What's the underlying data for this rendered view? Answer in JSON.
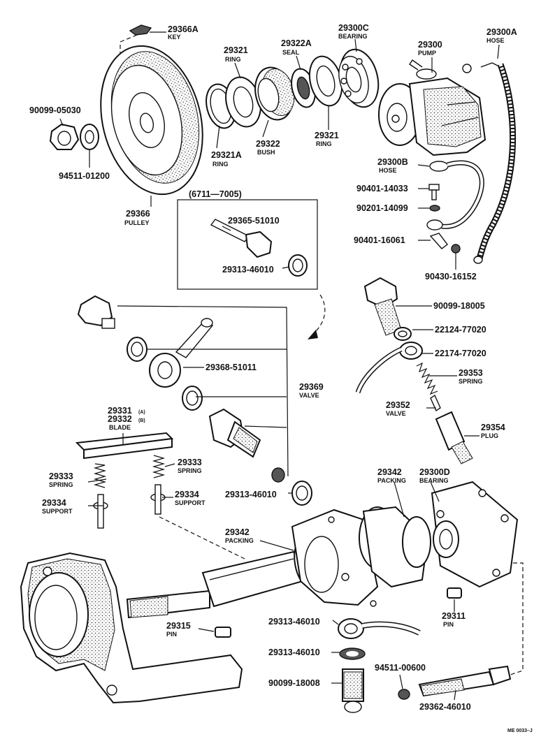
{
  "labels": {
    "l29366a": {
      "num": "29366A",
      "name": "KEY"
    },
    "l29321a_top": {
      "num": "29321",
      "name": "RING"
    },
    "l29322a": {
      "num": "29322A",
      "name": "SEAL"
    },
    "l29300c": {
      "num": "29300C",
      "name": "BEARING"
    },
    "l29300": {
      "num": "29300",
      "name": "PUMP"
    },
    "l29300a": {
      "num": "29300A",
      "name": "HOSE"
    },
    "l90099_05030": {
      "num": "90099-05030"
    },
    "l94511_01200": {
      "num": "94511-01200"
    },
    "l29321a": {
      "num": "29321A",
      "name": "RING"
    },
    "l29322": {
      "num": "29322",
      "name": "BUSH"
    },
    "l29321b": {
      "num": "29321",
      "name": "RING"
    },
    "l29300b": {
      "num": "29300B",
      "name": "HOSE"
    },
    "l90401_14033": {
      "num": "90401-14033"
    },
    "l90201_14099": {
      "num": "90201-14099"
    },
    "l90401_16061": {
      "num": "90401-16061"
    },
    "l90430_16152": {
      "num": "90430-16152"
    },
    "l29366": {
      "num": "29366",
      "name": "PULLEY"
    },
    "inset_title": {
      "num": "(6711—7005)"
    },
    "l29365": {
      "num": "29365-51010"
    },
    "l29313_a": {
      "num": "29313-46010"
    },
    "l90099_18005": {
      "num": "90099-18005"
    },
    "l22124": {
      "num": "22124-77020"
    },
    "l22174": {
      "num": "22174-77020"
    },
    "l29368": {
      "num": "29368-51011"
    },
    "l29353": {
      "num": "29353",
      "name": "SPRING"
    },
    "l29369": {
      "num": "29369",
      "name": "VALVE"
    },
    "l29352": {
      "num": "29352",
      "name": "VALVE"
    },
    "l29331": {
      "num": "29331",
      "sub": "(A)"
    },
    "l29332": {
      "num": "29332",
      "sub": "(B)",
      "name": "BLADE"
    },
    "l29354": {
      "num": "29354",
      "name": "PLUG"
    },
    "l29333_r": {
      "num": "29333",
      "name": "SPRING"
    },
    "l29333_l": {
      "num": "29333",
      "name": "SPRING"
    },
    "l29334_r": {
      "num": "29334",
      "name": "SUPPORT"
    },
    "l29334_l": {
      "num": "29334",
      "name": "SUPPORT"
    },
    "l29313_b": {
      "num": "29313-46010"
    },
    "l29342_r": {
      "num": "29342",
      "name": "PACKING"
    },
    "l29300d": {
      "num": "29300D",
      "name": "BEARING"
    },
    "l29342_l": {
      "num": "29342",
      "name": "PACKING"
    },
    "l29311": {
      "num": "29311",
      "name": "PIN"
    },
    "l29315": {
      "num": "29315",
      "name": "PIN"
    },
    "l29313_c": {
      "num": "29313-46010"
    },
    "l29313_d": {
      "num": "29313-46010"
    },
    "l94511_00600": {
      "num": "94511-00600"
    },
    "l90099_18008": {
      "num": "90099-18008"
    },
    "l29362": {
      "num": "29362-46010"
    },
    "code": {
      "num": "ME 0033–J"
    }
  }
}
